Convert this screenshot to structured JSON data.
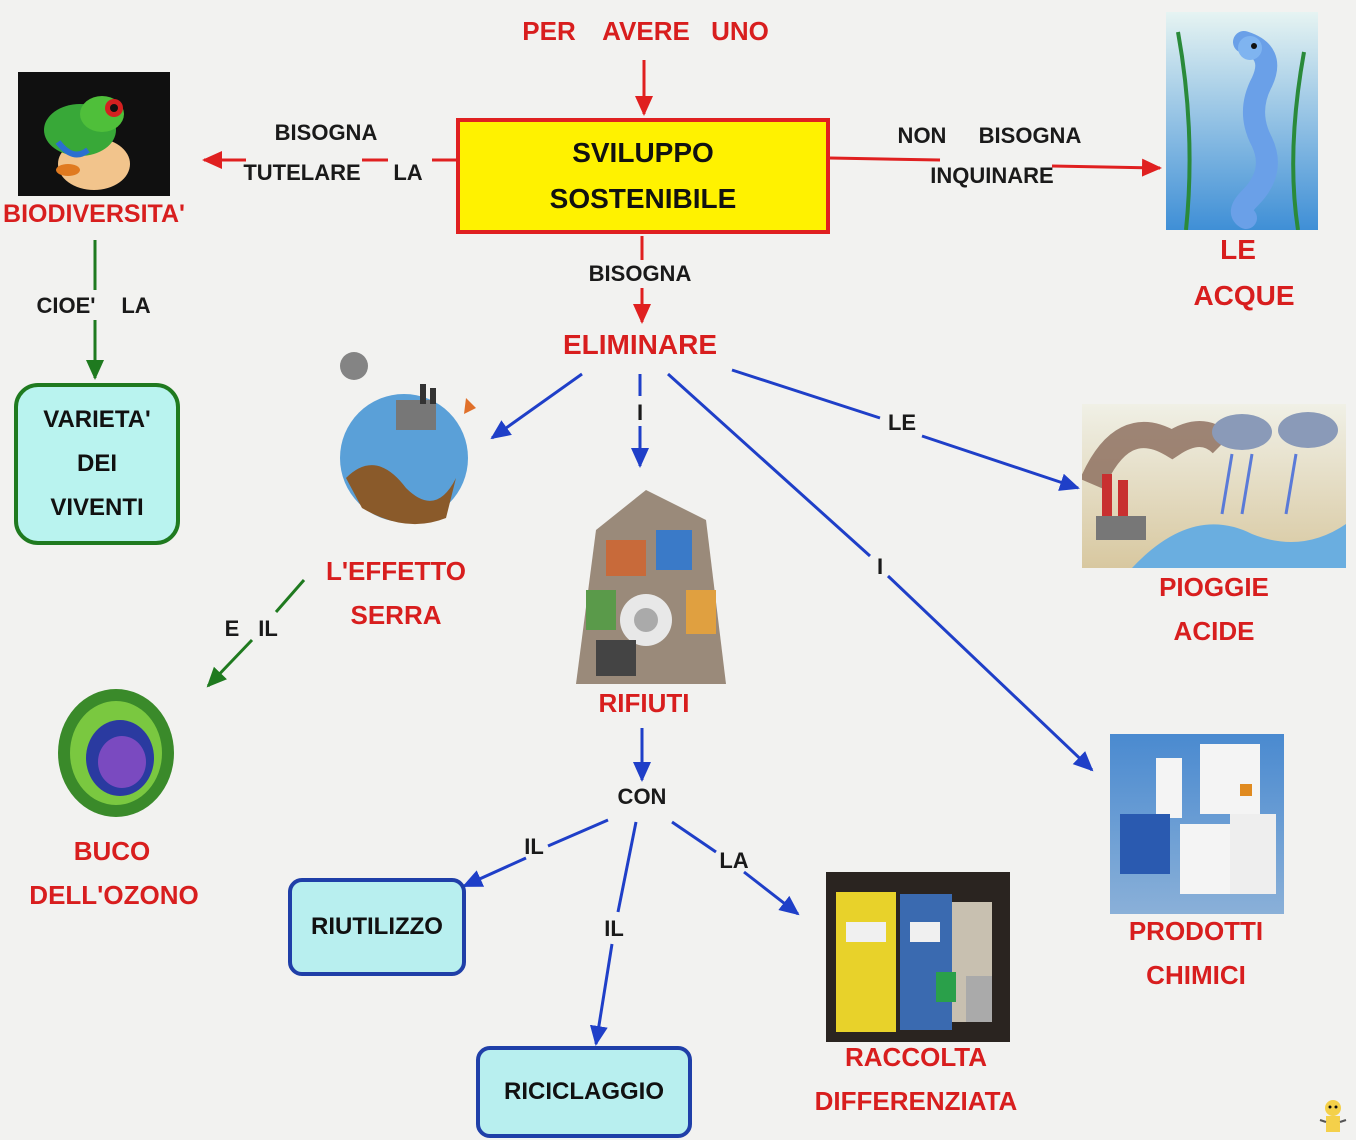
{
  "center": {
    "line1": "SVILUPPO",
    "line2": "SOSTENIBILE"
  },
  "top_phrase": {
    "w1": "PER",
    "w2": "AVERE",
    "w3": "UNO"
  },
  "left_link": {
    "l1": "BISOGNA",
    "l2a": "TUTELARE",
    "l2b": "LA"
  },
  "right_link": {
    "l1a": "NON",
    "l1b": "BISOGNA",
    "l2": "INQUINARE"
  },
  "down_link": "BISOGNA",
  "eliminare": "ELIMINARE",
  "biodiversita": "BIODIVERSITA'",
  "cioe_link": {
    "a": "CIOE'",
    "b": "LA"
  },
  "varieta": {
    "l1": "VARIETA'",
    "l2": "DEI",
    "l3": "VIVENTI"
  },
  "acque": {
    "l1": "LE",
    "l2": "ACQUE"
  },
  "effetto": {
    "l1": "L'EFFETTO",
    "l2": "SERRA"
  },
  "e_il": {
    "a": "E",
    "b": "IL"
  },
  "ozono": {
    "l1": "BUCO",
    "l2": "DELL'OZONO"
  },
  "rifiuti": "RIFIUTI",
  "link_i1": "I",
  "link_le": "LE",
  "link_i2": "I",
  "piogge": {
    "l1": "PIOGGIE",
    "l2": "ACIDE"
  },
  "prodotti": {
    "l1": "PRODOTTI",
    "l2": "CHIMICI"
  },
  "con": "CON",
  "link_il1": "IL",
  "link_il2": "IL",
  "link_la": "LA",
  "riutilizzo": "RIUTILIZZO",
  "riciclaggio": "RICICLAGGIO",
  "raccolta": {
    "l1": "RACCOLTA",
    "l2": "DIFFERENZIATA"
  },
  "colors": {
    "red": "#d81e1e",
    "blue": "#1f3fc8",
    "green": "#1f7a1f",
    "yellow": "#fff200"
  }
}
